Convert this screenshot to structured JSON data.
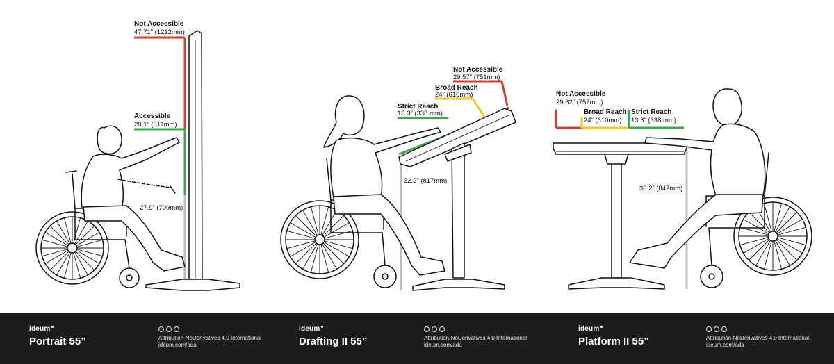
{
  "colors": {
    "not_accessible": "#e03a2b",
    "broad_reach": "#f2c81d",
    "strict_reach": "#3aa84a",
    "measure": "#bdbdbd",
    "footer_bg": "#1c1c1c"
  },
  "panels": [
    {
      "name": "Portrait 55”",
      "labels": {
        "not_accessible_title": "Not Accessible",
        "not_accessible_value": "47.71” (1212mm)",
        "accessible_title": "Accessible",
        "accessible_value": "20.1” (511mm)",
        "height_value": "27.9” (709mm)"
      }
    },
    {
      "name": "Drafting II 55”",
      "labels": {
        "not_accessible_title": "Not Accessible",
        "not_accessible_value": "29.57” (751mm)",
        "broad_title": "Broad Reach",
        "broad_value": "24” (610mm)",
        "strict_title": "Strict Reach",
        "strict_value": "13.3” (338 mm)",
        "height_value": "32.2” (817mm)"
      }
    },
    {
      "name": "Platform II 55”",
      "labels": {
        "not_accessible_title": "Not Accessible",
        "not_accessible_value": "29.62” (752mm)",
        "broad_title": "Broad Reach",
        "broad_value": "24” (610mm)",
        "strict_title": "Strict Reach",
        "strict_value": "13.3” (338 mm)",
        "height_value": "33.2” (842mm)"
      }
    }
  ],
  "footer": {
    "brand": "ideum",
    "license": "Attribution-NoDerivatives 4.0 International",
    "url": "ideum.com/ada",
    "icons": [
      "cc-icon",
      "by-icon",
      "nd-icon"
    ],
    "products": [
      "Portrait 55”",
      "Drafting II 55”",
      "Platform II 55”"
    ]
  }
}
